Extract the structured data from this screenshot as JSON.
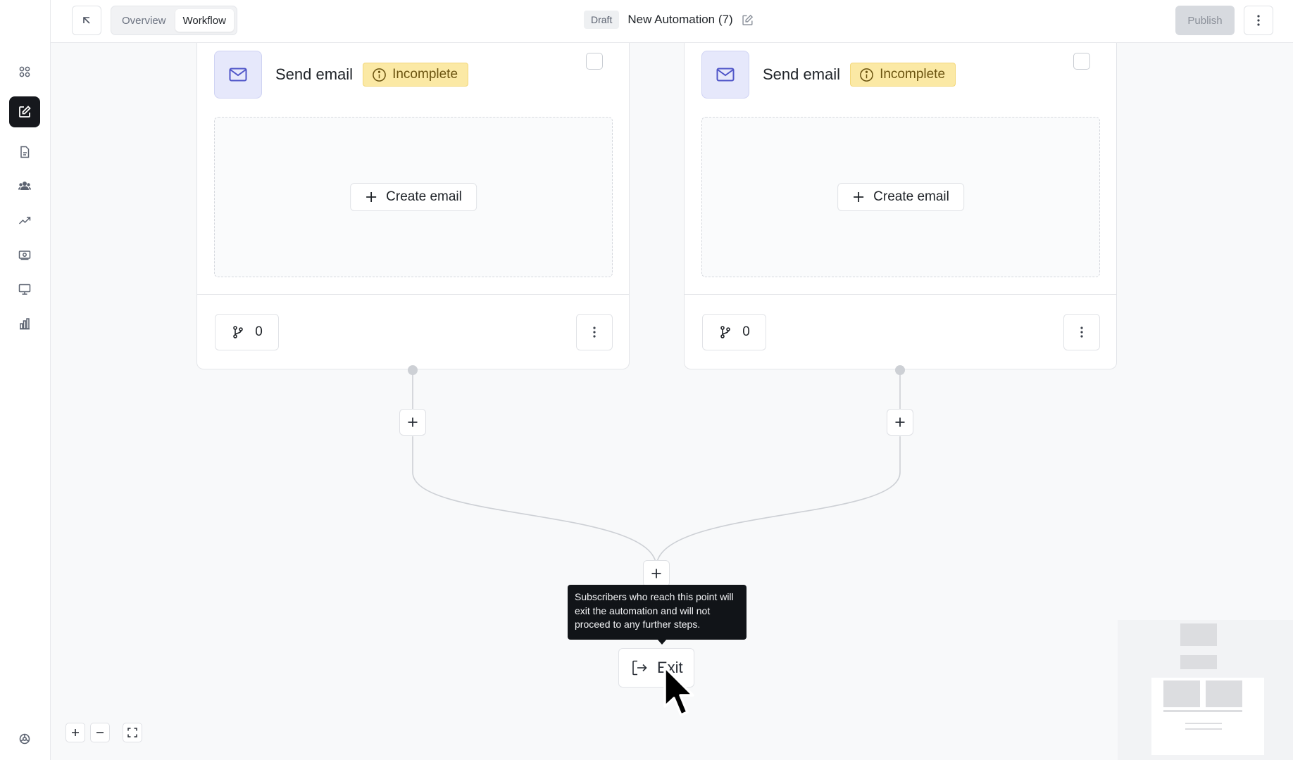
{
  "topbar": {
    "tabs": [
      {
        "label": "Overview",
        "active": false
      },
      {
        "label": "Workflow",
        "active": true
      }
    ],
    "status_badge": "Draft",
    "title": "New Automation (7)",
    "publish_label": "Publish"
  },
  "sidebar": {
    "items": [
      {
        "icon": "grid-icon"
      },
      {
        "icon": "edit-icon",
        "active": true
      },
      {
        "icon": "document-icon"
      },
      {
        "icon": "users-icon"
      },
      {
        "icon": "trending-icon"
      },
      {
        "icon": "money-icon"
      },
      {
        "icon": "monitor-icon"
      },
      {
        "icon": "bar-chart-icon"
      }
    ],
    "bottom_icon": "settings-icon"
  },
  "cards": [
    {
      "title": "Send email",
      "status": "Incomplete",
      "create_label": "Create email",
      "branch_count": "0"
    },
    {
      "title": "Send email",
      "status": "Incomplete",
      "create_label": "Create email",
      "branch_count": "0"
    }
  ],
  "tooltip": {
    "text": "Subscribers who reach this point will exit the automation and will not proceed to any further steps."
  },
  "exit_node": {
    "label": "Exit"
  },
  "colors": {
    "accent": "#4f55c8",
    "badge_bg": "#fbe9a5",
    "active_nav": "#16181d",
    "publish_disabled": "#d7dadf"
  }
}
